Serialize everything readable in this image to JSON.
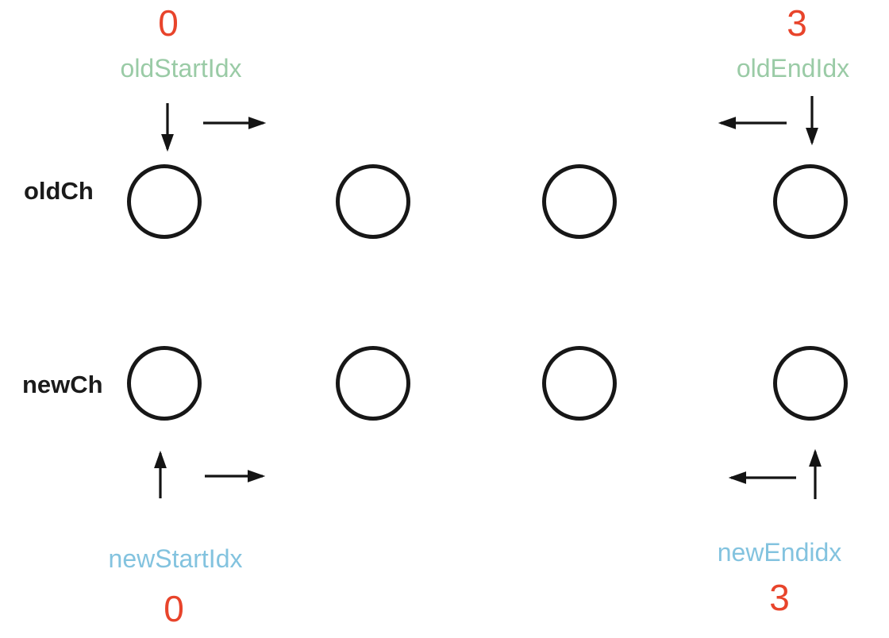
{
  "diagram": {
    "description": "virtual DOM children diff pointer diagram"
  },
  "rows": [
    {
      "id": "oldCh",
      "label": "oldCh",
      "node_count": 4
    },
    {
      "id": "newCh",
      "label": "newCh",
      "node_count": 4
    }
  ],
  "pointers": {
    "old_start": {
      "label": "oldStartIdx",
      "value": "0"
    },
    "old_end": {
      "label": "oldEndIdx",
      "value": "3"
    },
    "new_start": {
      "label": "newStartIdx",
      "value": "0"
    },
    "new_end": {
      "label": "newEndidx",
      "value": "3"
    }
  },
  "colors": {
    "index_value": "#e8442b",
    "old_label": "#9acba6",
    "new_label": "#83c3df",
    "node_stroke": "#171717",
    "row_label": "#1b1b1b",
    "background": "#ffffff",
    "arrow": "#141414"
  }
}
